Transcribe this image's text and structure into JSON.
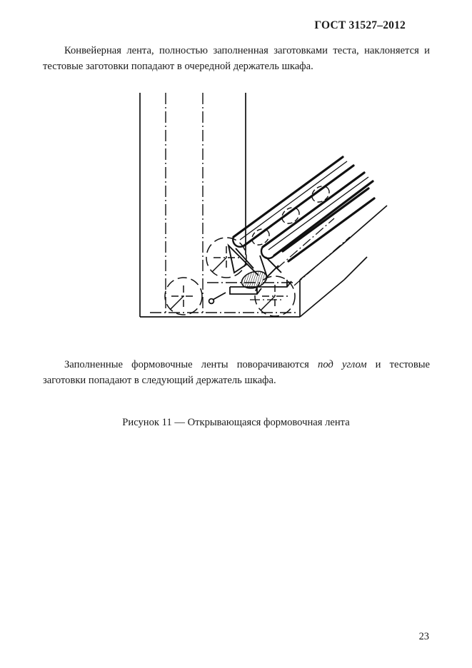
{
  "document": {
    "standard_header": "ГОСТ 31527–2012",
    "page_number": "23"
  },
  "paragraphs": {
    "intro_before_figure": "Конвейерная лента, полностью заполненная заготовками теста, наклоняется и тестовые заготовки попадают в очередной держатель шкафа.",
    "after_figure_part1": "Заполненные формовочные ленты поворачиваются ",
    "after_figure_emphasis": "под углом",
    "after_figure_part2": " и тестовые заготовки попадают в следующий держатель шкафа."
  },
  "figure": {
    "caption": "Рисунок 11 — Открывающаяся формовочная лента",
    "number": "11",
    "title": "Открывающаяся формовочная лента",
    "alt": "Изометрическая схема открывающейся формовочной ленты с тремя роликами и наклонными формовочными желобами",
    "line_color": "#111111",
    "elements": {
      "vertical_solid_outer": "левая сплошная вертикальная линия корпуса",
      "vertical_dashdot_1": "штрихпунктирная осевая линия ленты 1",
      "vertical_dashdot_2": "штрихпунктирная осевая линия ленты 2",
      "vertical_solid_inner": "правая сплошная вертикальная линия корпуса",
      "roller_top": "ролик (шкив) верхний",
      "roller_bottom_left": "ролик (шкив) нижний левый",
      "roller_bottom_right": "ролик (шкив) нижний правый",
      "trough_rails": "наклонные формовочные желоба",
      "dough_pieces": "тестовые заготовки в желобах",
      "dough_blob": "тестовая заготовка (штриховка)",
      "linkage_arm": "рычаг привода открывания"
    }
  }
}
